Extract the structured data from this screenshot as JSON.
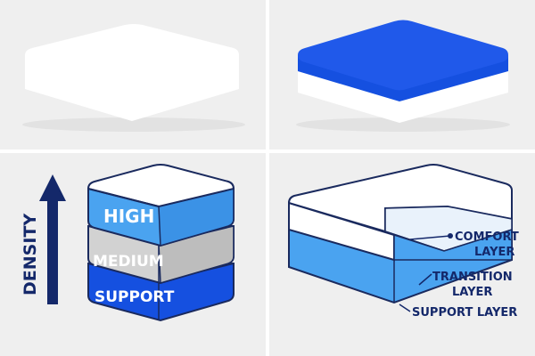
{
  "colors": {
    "panel_bg": "#efefef",
    "divider": "#ffffff",
    "outline": "#1a2a5e",
    "white_top": "#ffffff",
    "white_side": "#f2f2f2",
    "blue_dark": "#1550e0",
    "blue_mid": "#2f6ef0",
    "blue_light": "#4aa3f0",
    "blue_light_side": "#3b92e6",
    "gray_light": "#d2d2d2",
    "gray_side": "#bdbdbd",
    "navy": "#14286a"
  },
  "density_panel": {
    "axis_label": "DENSITY",
    "layers": [
      {
        "label": "HIGH",
        "color": "blue_light"
      },
      {
        "label": "MEDIUM",
        "color": "gray_light"
      },
      {
        "label": "SUPPORT",
        "color": "blue_dark"
      }
    ]
  },
  "cutaway_panel": {
    "callouts": [
      {
        "line1": "COMFORT",
        "line2": "LAYER"
      },
      {
        "line1": "TRANSITION",
        "line2": "LAYER"
      },
      {
        "line1": "SUPPORT LAYER",
        "line2": ""
      }
    ]
  },
  "icons": [
    "mattress-plain-icon",
    "mattress-topper-icon",
    "density-arrow-icon",
    "layer-stack-icon",
    "mattress-cutaway-icon"
  ]
}
